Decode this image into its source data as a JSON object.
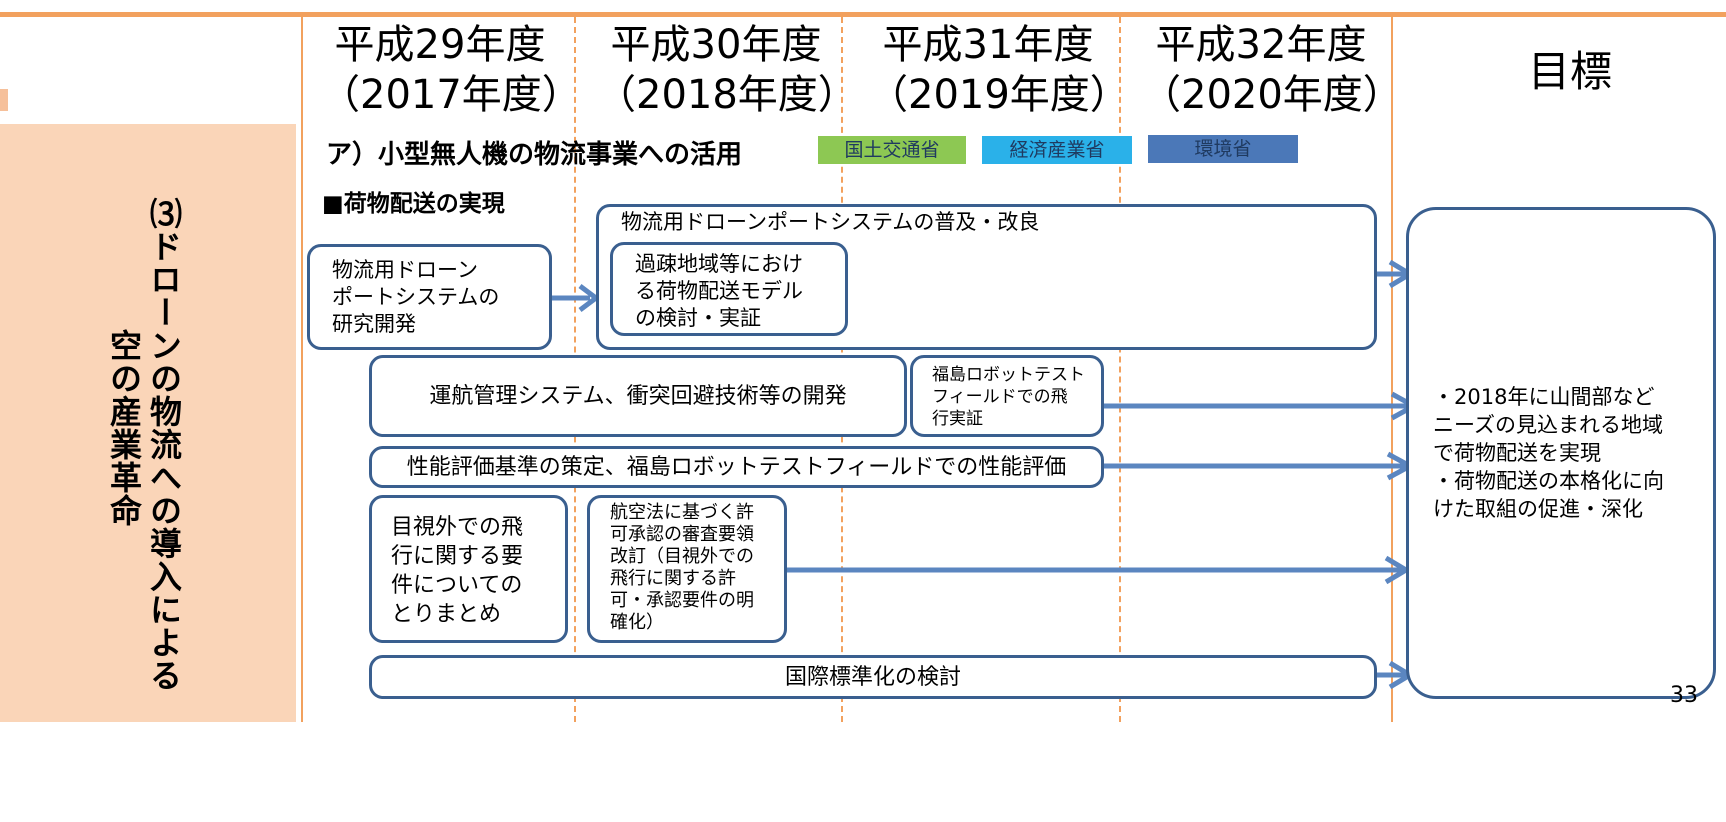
{
  "left_title": {
    "col1": "⑶ドローンの物流への導入による",
    "col2": "空の産業革命"
  },
  "years": [
    {
      "line1": "平成29年度",
      "line2": "（2017年度）"
    },
    {
      "line1": "平成30年度",
      "line2": "（2018年度）"
    },
    {
      "line1": "平成31年度",
      "line2": "（2019年度）"
    },
    {
      "line1": "平成32年度",
      "line2": "（2020年度）"
    }
  ],
  "goal_header": "目標",
  "section_title": "ア）小型無人機の物流事業への活用",
  "ministries": [
    {
      "label": "国土交通省",
      "color": "#8dc853"
    },
    {
      "label": "経済産業省",
      "color": "#2ab1e9"
    },
    {
      "label": "環境省",
      "color": "#4b78b8"
    }
  ],
  "subsection_title": "■荷物配送の実現",
  "boxes": {
    "port_research": "物流用ドローン\nポートシステムの\n研究開発",
    "port_spread": "物流用ドローンポートシステムの普及・改良",
    "depopulated_model": "過疎地域等におけ\nる荷物配送モデル\nの検討・実証",
    "flight_mgmt": "運航管理システム、衝突回避技術等の開発",
    "fukushima_flight": "福島ロボットテスト\nフィールドでの飛\n行実証",
    "performance": "性能評価基準の策定、福島ロボットテストフィールドでの性能評価",
    "bvlos_requirements": "目視外での飛\n行に関する要\n件についての\nとりまとめ",
    "aviation_law": "航空法に基づく許\n可承認の審査要領\n改訂（目視外での\n飛行に関する許\n可・承認要件の明\n確化）",
    "international": "国際標準化の検討",
    "goal_text": "・2018年に山間部など\nニーズの見込まれる地域\nで荷物配送を実現\n・荷物配送の本格化に向\nけた取組の促進・深化"
  },
  "colors": {
    "accent_orange": "#f2a15e",
    "left_band": "#fad5b8",
    "box_border": "#3a5f8f",
    "arrow": "#5b86c0"
  },
  "page_number": "33"
}
